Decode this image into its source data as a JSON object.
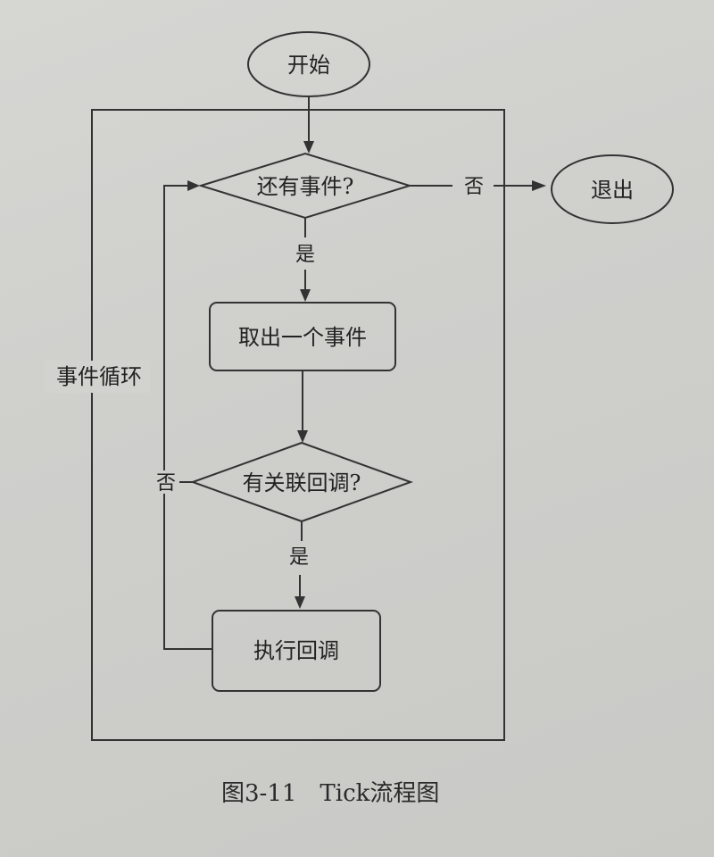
{
  "diagram": {
    "nodes": {
      "start": "开始",
      "exit": "退出",
      "has_event": "还有事件?",
      "take_event": "取出一个事件",
      "has_callback": "有关联回调?",
      "run_callback": "执行回调"
    },
    "edges": {
      "no_to_exit": "否",
      "yes_take_event": "是",
      "no_loop_back": "否",
      "yes_run_callback": "是"
    },
    "loop_label": "事件循环",
    "caption": "图3-11　Tick流程图"
  }
}
